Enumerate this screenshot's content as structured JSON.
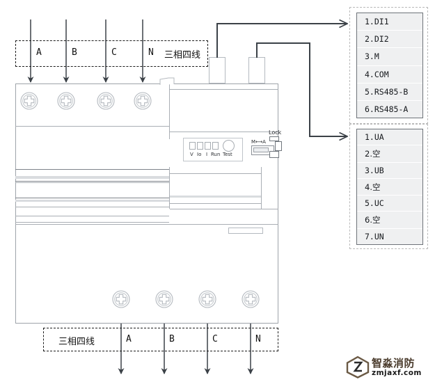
{
  "diagram": {
    "title": "Three-phase four-wire circuit breaker wiring diagram",
    "colors": {
      "arrow": "#3b4147",
      "device_outline": "#9ea3a9",
      "list_border": "#6d7278",
      "list_row_fill": "#eff0f1",
      "dash_box": "#1c1c1c",
      "logo_brown": "#4a3b2c"
    }
  },
  "top_wires": {
    "group_label": "三相四线",
    "phases": [
      "A",
      "B",
      "C",
      "N"
    ]
  },
  "bottom_wires": {
    "group_label": "三相四线",
    "phases": [
      "A",
      "B",
      "C",
      "N"
    ]
  },
  "terminal_block_1": {
    "name": "communication-terminal-block",
    "rows": [
      {
        "index": "1.",
        "label": "DI1"
      },
      {
        "index": "2.",
        "label": "DI2"
      },
      {
        "index": "3.",
        "label": "M"
      },
      {
        "index": "4.",
        "label": "COM"
      },
      {
        "index": "5.",
        "label": "RS485-B"
      },
      {
        "index": "6.",
        "label": "RS485-A"
      }
    ]
  },
  "terminal_block_2": {
    "name": "voltage-terminal-block",
    "rows": [
      {
        "index": "1.",
        "label": "UA",
        "cn": false
      },
      {
        "index": "2.",
        "label": "空",
        "cn": true
      },
      {
        "index": "3.",
        "label": "UB",
        "cn": false
      },
      {
        "index": "4.",
        "label": "空",
        "cn": true
      },
      {
        "index": "5.",
        "label": "UC",
        "cn": false
      },
      {
        "index": "6.",
        "label": "空",
        "cn": true
      },
      {
        "index": "7.",
        "label": "UN",
        "cn": false
      }
    ]
  },
  "device_panel": {
    "indicators": [
      {
        "label": "V"
      },
      {
        "label": "Io"
      },
      {
        "label": "I"
      },
      {
        "label": "Run"
      }
    ],
    "test_button_label": "Test",
    "mode_switch_label": "M⟷A",
    "lock_label": "Lock"
  },
  "watermark": {
    "brand_cn": "智淼消防",
    "url": "zmjaxf.com"
  }
}
